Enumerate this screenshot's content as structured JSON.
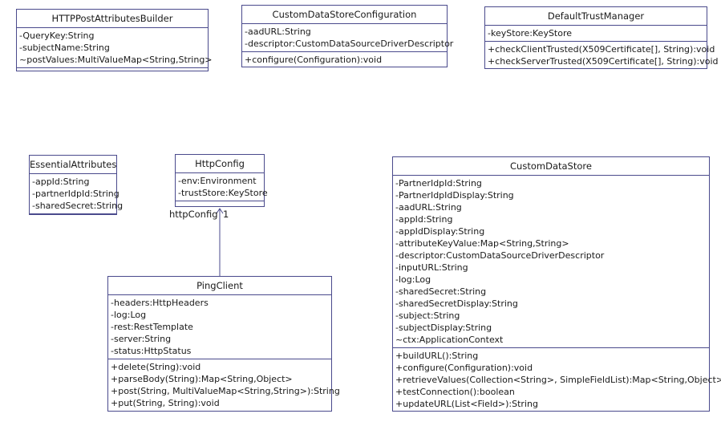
{
  "classes": {
    "httpPostAttributesBuilder": {
      "name": "HTTPPostAttributesBuilder",
      "attributes": [
        "-QueryKey:String",
        "-subjectName:String",
        "~postValues:MultiValueMap<String,String>"
      ],
      "operations": []
    },
    "customDataStoreConfiguration": {
      "name": "CustomDataStoreConfiguration",
      "attributes": [
        "-aadURL:String",
        "-descriptor:CustomDataSourceDriverDescriptor"
      ],
      "operations": [
        "+configure(Configuration):void"
      ]
    },
    "defaultTrustManager": {
      "name": "DefaultTrustManager",
      "attributes": [
        "-keyStore:KeyStore"
      ],
      "operations": [
        "+checkClientTrusted(X509Certificate[], String):void",
        "+checkServerTrusted(X509Certificate[], String):void"
      ]
    },
    "essentialAttributes": {
      "name": "EssentialAttributes",
      "attributes": [
        "-appId:String",
        "-partnerIdpId:String",
        "-sharedSecret:String"
      ],
      "operations": []
    },
    "httpConfig": {
      "name": "HttpConfig",
      "attributes": [
        "-env:Environment",
        "-trustStore:KeyStore"
      ],
      "operations": []
    },
    "pingClient": {
      "name": "PingClient",
      "attributes": [
        "-headers:HttpHeaders",
        "-log:Log",
        "-rest:RestTemplate",
        "-server:String",
        "-status:HttpStatus"
      ],
      "operations": [
        "+delete(String):void",
        "+parseBody(String):Map<String,Object>",
        "+post(String, MultiValueMap<String,String>):String",
        "+put(String, String):void"
      ]
    },
    "customDataStore": {
      "name": "CustomDataStore",
      "attributes": [
        "-PartnerIdpId:String",
        "-PartnerIdpIdDisplay:String",
        "-aadURL:String",
        "-appId:String",
        "-appIdDisplay:String",
        "-attributeKeyValue:Map<String,String>",
        "-descriptor:CustomDataSourceDriverDescriptor",
        "-inputURL:String",
        "-log:Log",
        "-sharedSecret:String",
        "-sharedSecretDisplay:String",
        "-subject:String",
        "-subjectDisplay:String",
        "~ctx:ApplicationContext"
      ],
      "operations": [
        "+buildURL():String",
        "+configure(Configuration):void",
        "+retrieveValues(Collection<String>, SimpleFieldList):Map<String,Object>",
        "+testConnection():boolean",
        "+updateURL(List<Field>):String"
      ]
    }
  },
  "association": {
    "role": "httpConfig",
    "multiplicity": "1"
  },
  "colors": {
    "border": "#4a4a8c",
    "line": "#4a4a8c"
  }
}
